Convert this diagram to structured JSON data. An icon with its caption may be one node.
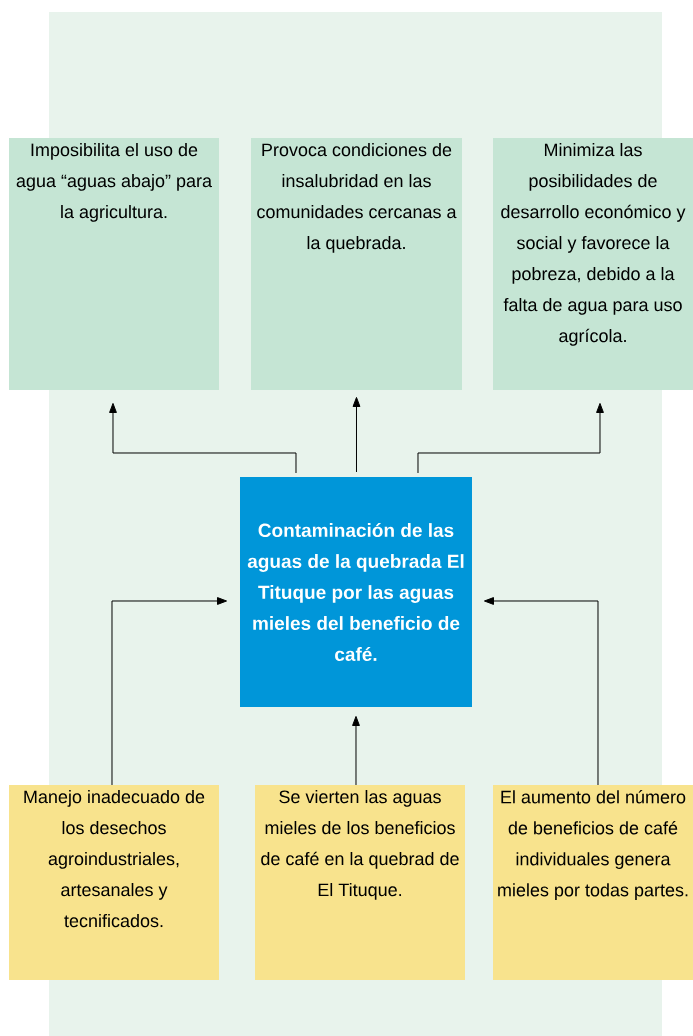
{
  "diagram": {
    "nodes": [
      {
        "text": [
          "Imposibilita el uso de agua “aguas abajo” para la agricultura."
        ]
      },
      {
        "text": [
          "Provoca condiciones de insalubridad en las comunidades cercanas a la quebrada."
        ]
      },
      {
        "text": [
          "Minimiza las posibilidades de desarrollo económico y social y favorece la pobreza, debido a la falta de agua para uso agrícola."
        ]
      },
      {
        "text": [
          "Contaminación de las aguas de la quebrada El Tituque por las aguas mieles del beneficio de café."
        ]
      },
      {
        "text": [
          "Manejo inadecuado de los desechos agroindustriales, artesanales y tecnificados."
        ]
      },
      {
        "text": [
          "Se vierten las aguas mieles de los beneficios de café en la quebrad de El Tituque."
        ]
      },
      {
        "text": [
          "El aumento del número de beneficios de café individuales genera mieles por todas partes."
        ]
      }
    ],
    "edges": [
      {
        "from": 3,
        "to": 0,
        "arrow": "to"
      },
      {
        "from": 3,
        "to": 1,
        "arrow": "to"
      },
      {
        "from": 3,
        "to": 2,
        "arrow": "to"
      },
      {
        "from": 4,
        "to": 3,
        "arrow": "to"
      },
      {
        "from": 5,
        "to": 3,
        "arrow": "to"
      },
      {
        "from": 6,
        "to": 3,
        "arrow": "to"
      }
    ]
  }
}
